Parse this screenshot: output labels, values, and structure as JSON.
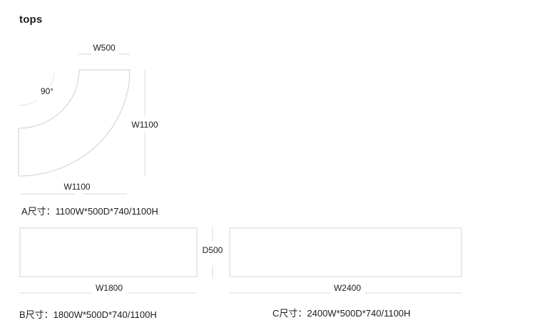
{
  "page": {
    "title": "tops"
  },
  "colors": {
    "text": "#1c1c1c",
    "shape_stroke": "#cfcfcf",
    "dimension_stroke": "#dadada",
    "angle_arc_stroke": "#e4e4e4",
    "rect_stroke": "#d6d6d6",
    "bg": "#ffffff"
  },
  "diagram": {
    "corner_piece": {
      "top_width_label": "W500",
      "angle_label": "90°",
      "right_width_label": "W1100",
      "bottom_width_label": "W1100",
      "caption": "A尺寸：1100W*500D*740/1100H"
    },
    "panel_b": {
      "width_label": "W1800",
      "caption": "B尺寸：1800W*500D*740/1100H"
    },
    "panel_c": {
      "width_label": "W2400",
      "caption": "C尺寸：2400W*500D*740/1100H"
    },
    "depth_gap": {
      "label": "D500"
    }
  }
}
